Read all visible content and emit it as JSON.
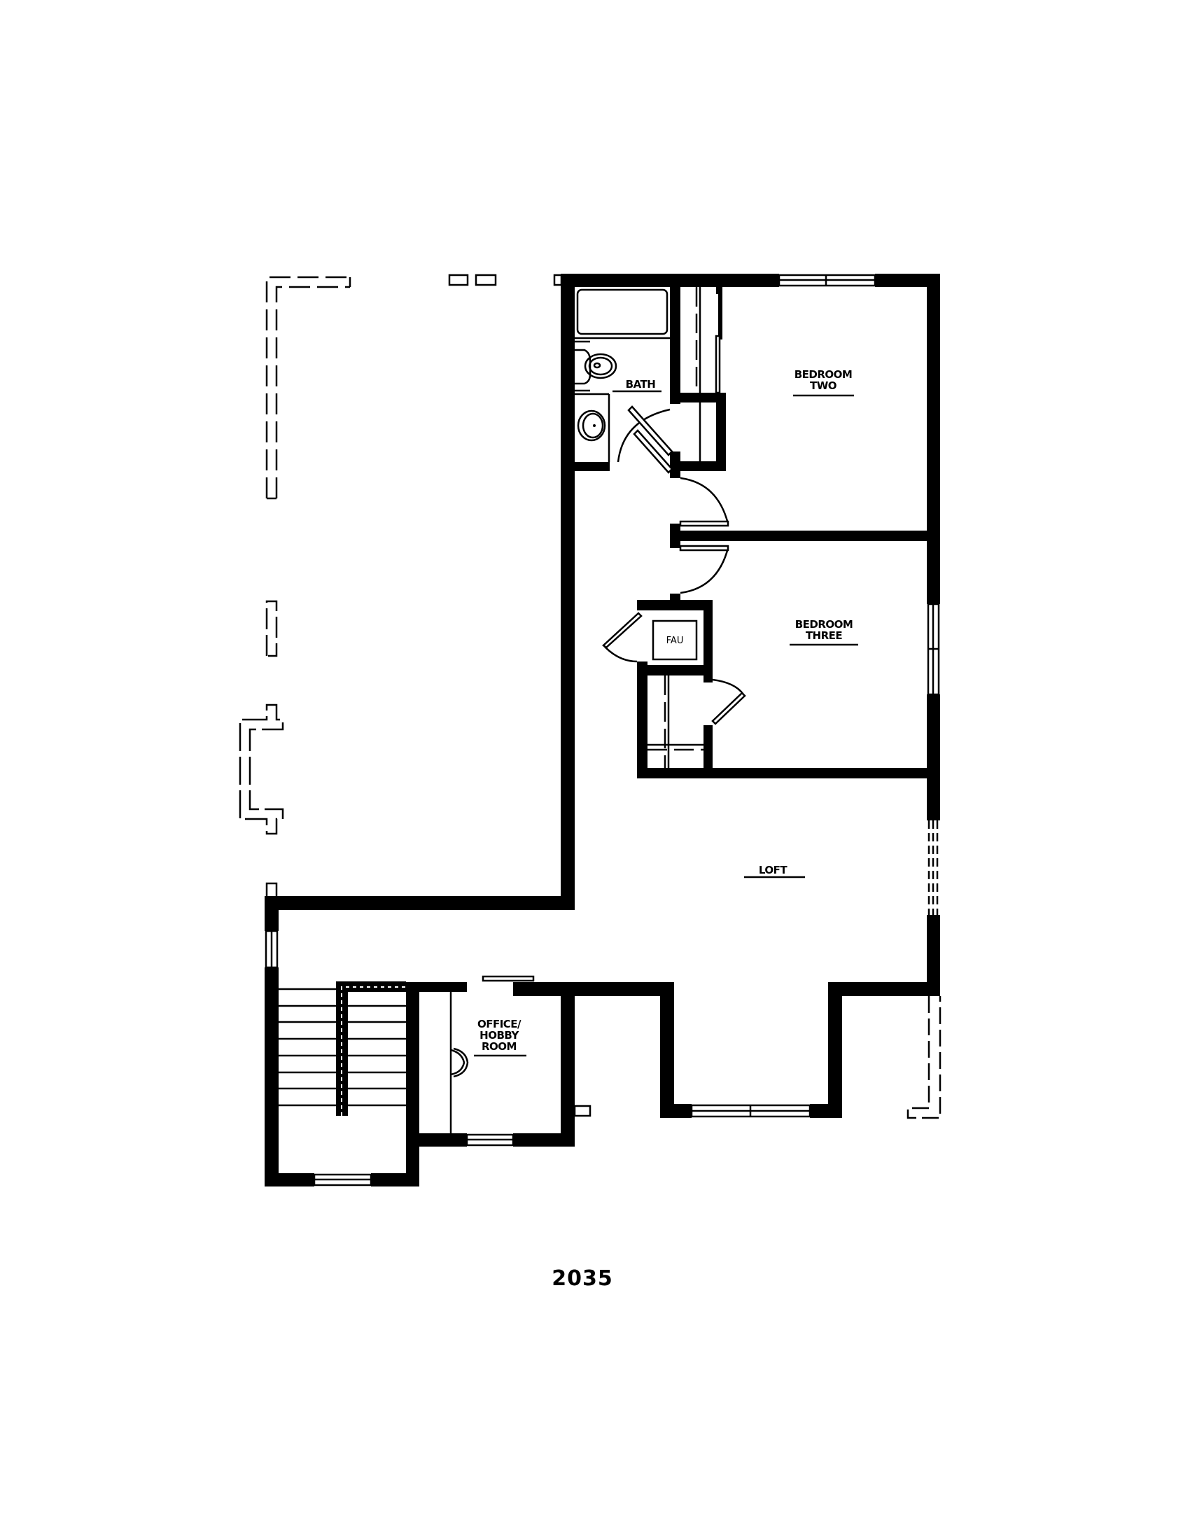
{
  "plan": {
    "plan_number": "2035",
    "rooms": [
      {
        "id": "bath",
        "label": "BATH"
      },
      {
        "id": "bedroom-two",
        "label_line1": "BEDROOM",
        "label_line2": "TWO"
      },
      {
        "id": "bedroom-three",
        "label_line1": "BEDROOM",
        "label_line2": "THREE"
      },
      {
        "id": "fau",
        "label": "FAU"
      },
      {
        "id": "loft",
        "label": "LOFT"
      },
      {
        "id": "office",
        "label_line1": "OFFICE/",
        "label_line2": "HOBBY",
        "label_line3": "ROOM"
      }
    ],
    "colors": {
      "wall": "#000000",
      "background": "#ffffff"
    }
  }
}
